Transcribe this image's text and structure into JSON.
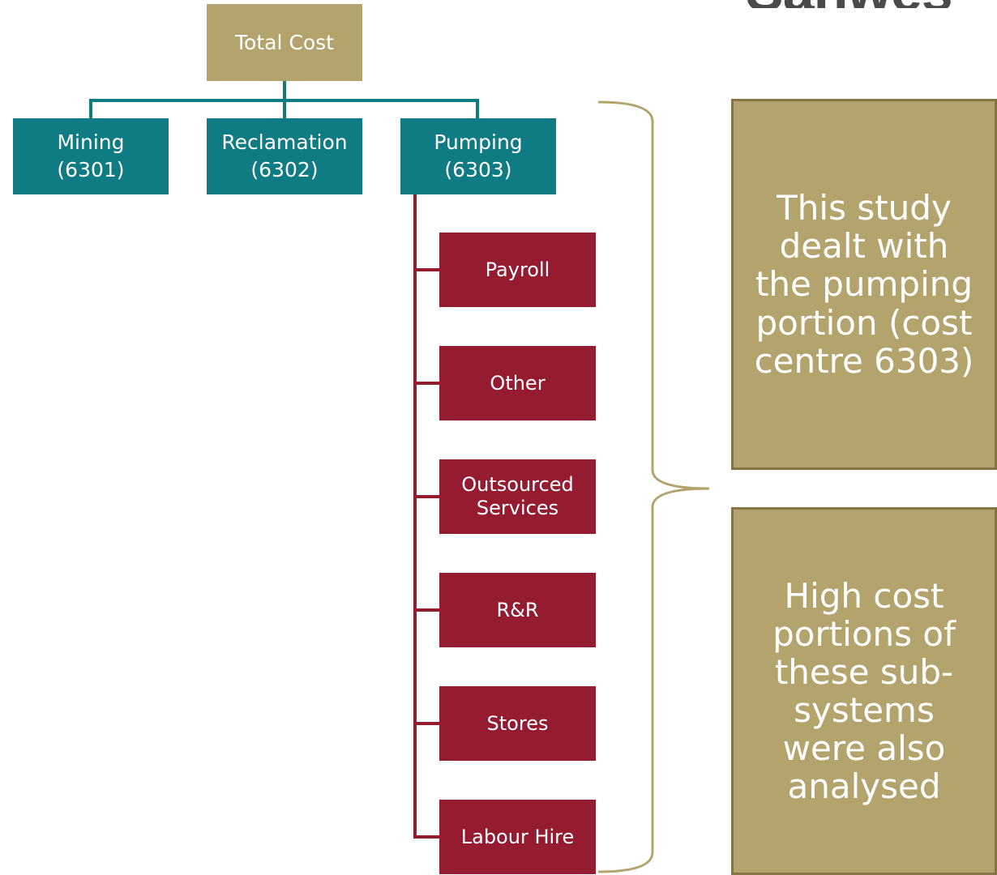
{
  "logo": {
    "text": "Sanwes"
  },
  "diagram": {
    "root": {
      "label": "Total Cost"
    },
    "cost_centres": [
      {
        "name": "Mining",
        "code": "(6301)"
      },
      {
        "name": "Reclamation",
        "code": "(6302)"
      },
      {
        "name": "Pumping",
        "code": "(6303)"
      }
    ],
    "sub_systems": [
      {
        "label": "Payroll"
      },
      {
        "label": "Other"
      },
      {
        "label": "Outsourced Services"
      },
      {
        "label": "R&R"
      },
      {
        "label": "Stores"
      },
      {
        "label": "Labour Hire"
      }
    ]
  },
  "callouts": {
    "study_scope": "This study dealt with the pumping portion (cost centre 6303)",
    "high_cost": "High cost portions of these sub-systems were also analysed"
  },
  "colors": {
    "gold": "#B3A46D",
    "teal": "#0F7B83",
    "crimson": "#951B30",
    "callout_border": "#857546"
  }
}
